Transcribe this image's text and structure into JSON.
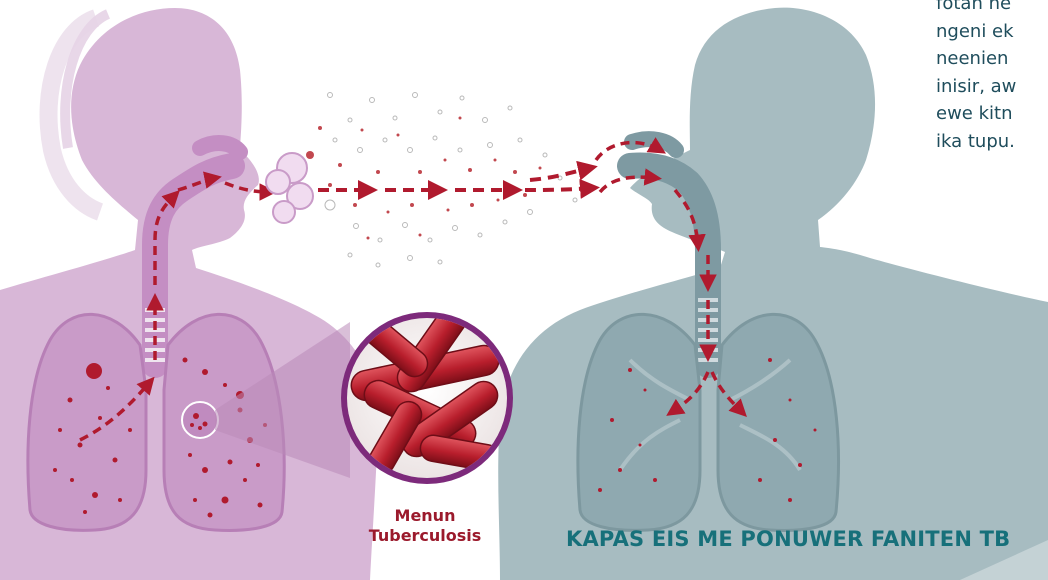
{
  "side_text": {
    "lines": [
      "fotah ne",
      "ngeni ek",
      "neenien",
      "inisir, aw",
      "ewe kitn",
      "ika tupu."
    ]
  },
  "bacteria_label": {
    "line1": "Menun",
    "line2": "Tuberculosis"
  },
  "caption": "KAPAS EIS ME PONUWER FANITEN TB",
  "colors": {
    "infected_body": "#d8b7d7",
    "healthy_body": "#a7bcc1",
    "tb_red": "#b01a2e",
    "caption_teal": "#17707a",
    "label_red": "#9b1a2c",
    "bacteria_ring": "#7d2a7b"
  }
}
